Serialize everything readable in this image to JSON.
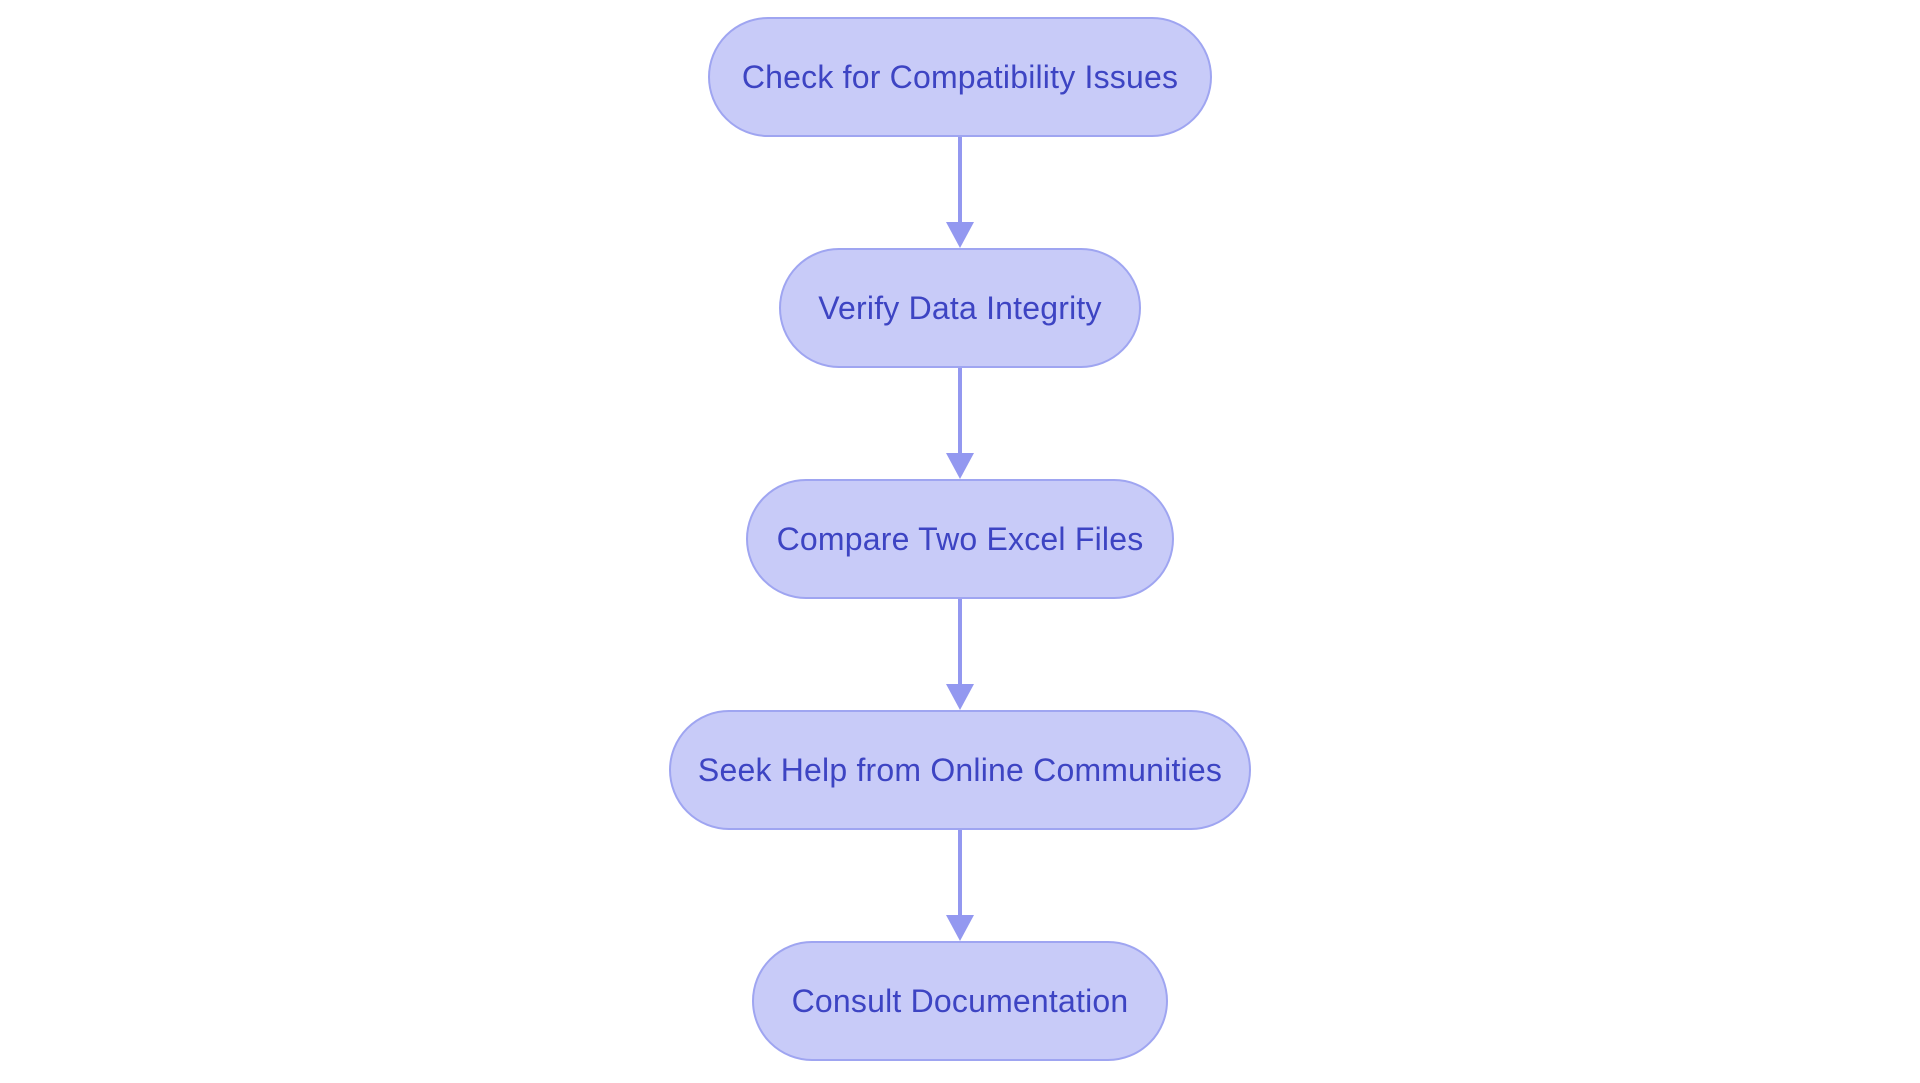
{
  "diagram": {
    "type": "flowchart",
    "direction": "top-down",
    "background": "#ffffff",
    "colors": {
      "node_fill": "#c8cbf8",
      "node_border": "#9fa5f1",
      "arrow": "#9398f0",
      "text": "#3d44c3"
    },
    "nodes": [
      {
        "id": "n1",
        "label": "Check for Compatibility Issues"
      },
      {
        "id": "n2",
        "label": "Verify Data Integrity"
      },
      {
        "id": "n3",
        "label": "Compare Two Excel Files"
      },
      {
        "id": "n4",
        "label": "Seek Help from Online Communities"
      },
      {
        "id": "n5",
        "label": "Consult Documentation"
      }
    ],
    "edges": [
      {
        "from": "n1",
        "to": "n2"
      },
      {
        "from": "n2",
        "to": "n3"
      },
      {
        "from": "n3",
        "to": "n4"
      },
      {
        "from": "n4",
        "to": "n5"
      }
    ]
  }
}
